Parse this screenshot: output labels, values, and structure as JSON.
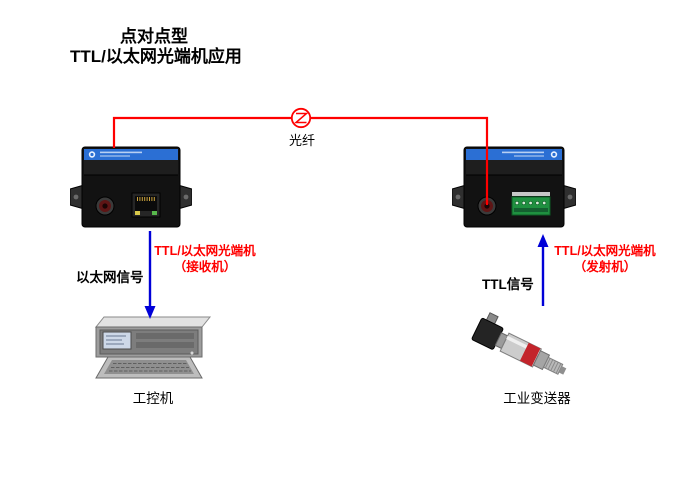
{
  "title": {
    "line1": "点对点型",
    "line2": "TTL/以太网光端机应用"
  },
  "fiber": {
    "label": "光纤"
  },
  "receiver_side": {
    "caption_line1": "TTL/以太网光端机",
    "caption_line2": "（接收机）",
    "signal_label": "以太网信号",
    "peripheral_label": "工控机"
  },
  "transmitter_side": {
    "caption_line1": "TTL/以太网光端机",
    "caption_line2": "（发射机）",
    "signal_label": "TTL信号",
    "peripheral_label": "工业变送器"
  },
  "colors": {
    "fiber_line": "#ff0000",
    "caption_text": "#ff0000",
    "signal_arrow": "#0000d8",
    "device_body": "#121212",
    "device_brand_strip": "#2b6fd4",
    "terminal_block": "#1f9040"
  }
}
